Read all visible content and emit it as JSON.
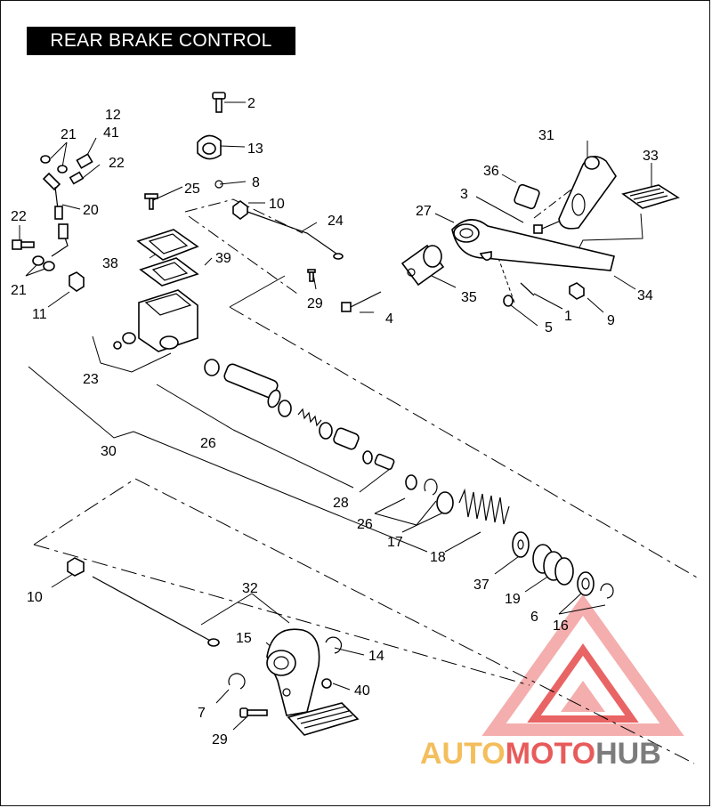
{
  "title": "REAR BRAKE CONTROL",
  "labels": {
    "l1": "1",
    "l2": "2",
    "l3": "3",
    "l4": "4",
    "l5": "5",
    "l6": "6",
    "l7": "7",
    "l8": "8",
    "l9": "9",
    "l10a": "10",
    "l10b": "10",
    "l11": "11",
    "l12": "12",
    "l13": "13",
    "l14": "14",
    "l15": "15",
    "l16": "16",
    "l17": "17",
    "l18": "18",
    "l19": "19",
    "l20": "20",
    "l21a": "21",
    "l21b": "21",
    "l22a": "22",
    "l22b": "22",
    "l23": "23",
    "l24": "24",
    "l25": "25",
    "l26a": "26",
    "l26b": "26",
    "l27": "27",
    "l28": "28",
    "l29a": "29",
    "l29b": "29",
    "l30": "30",
    "l31": "31",
    "l32": "32",
    "l33": "33",
    "l34": "34",
    "l35": "35",
    "l36": "36",
    "l37": "37",
    "l38": "38",
    "l39": "39",
    "l40": "40",
    "l41": "41"
  },
  "watermark": {
    "part1": "AUTO",
    "part2": "MOTO",
    "part3": "HUB"
  },
  "colors": {
    "ink": "#000000",
    "watermark_red": "#e64a4a",
    "watermark_pink": "#f3a0a0",
    "watermark_orange": "#f2b84a",
    "watermark_gray": "#6e6e6e"
  }
}
